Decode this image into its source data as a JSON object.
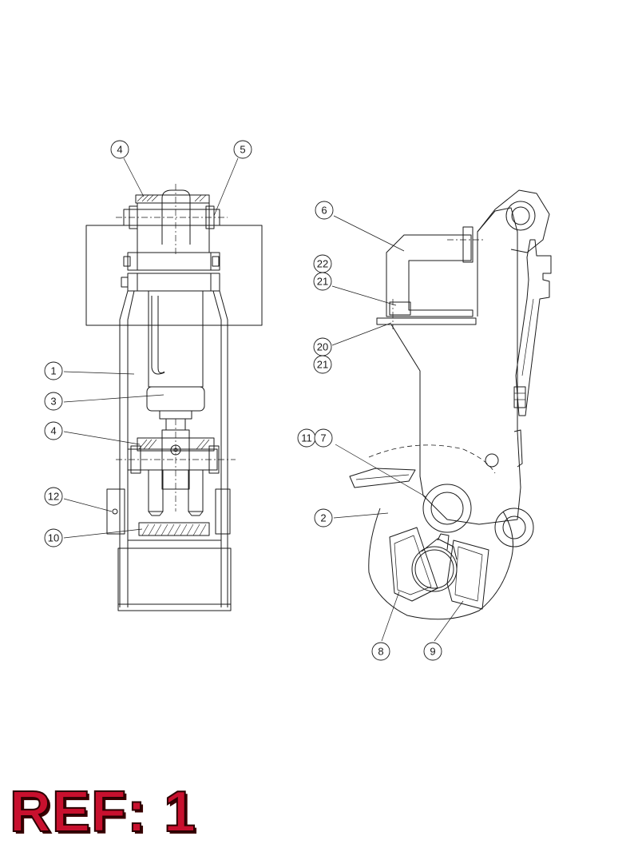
{
  "ref_label": "REF: 1",
  "colors": {
    "ink": "#1a1a1a",
    "ref_red": "#c8102e",
    "background": "#ffffff"
  },
  "balloons": {
    "left_4_top": "4",
    "left_5": "5",
    "left_1": "1",
    "left_3": "3",
    "left_4_mid": "4",
    "left_12": "12",
    "left_10": "10",
    "right_6": "6",
    "right_22": "22",
    "right_21_top": "21",
    "right_20": "20",
    "right_21_bottom": "21",
    "right_11": "11",
    "right_7": "7",
    "right_2": "2",
    "right_8": "8",
    "right_9": "9"
  }
}
